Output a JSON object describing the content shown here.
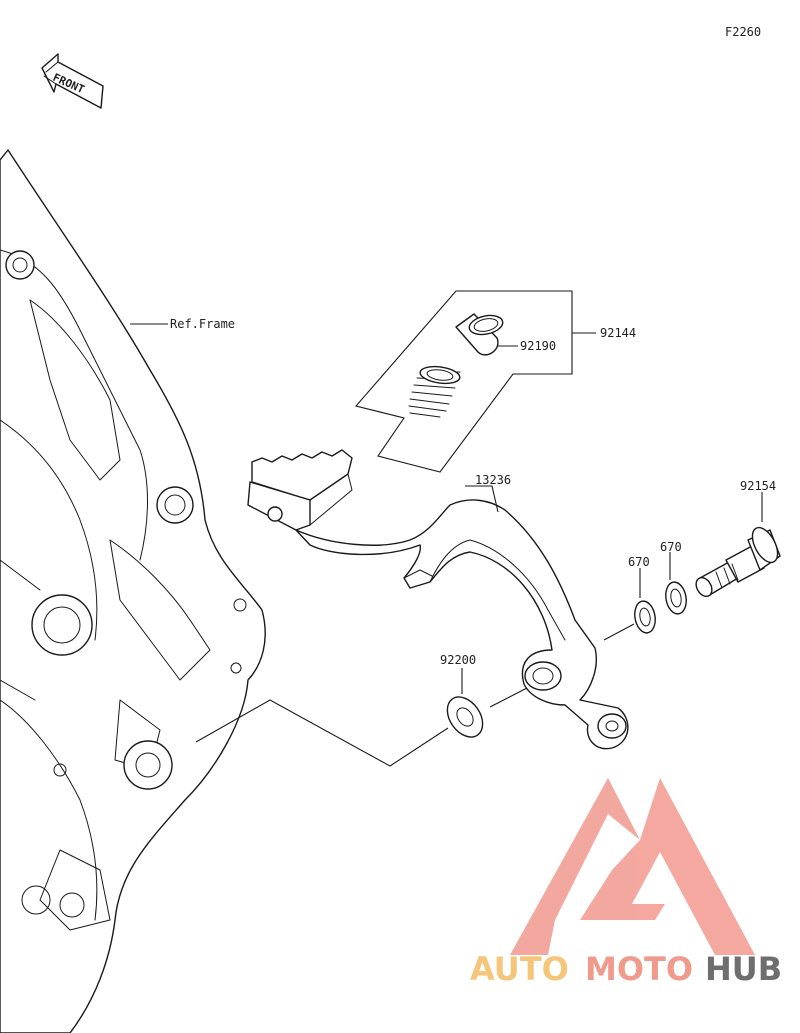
{
  "diagram": {
    "figure_code": "F2260",
    "front_badge": "FRONT",
    "frame_label": "Ref.Frame",
    "parts": {
      "pedal": "13236",
      "assembly": "92144",
      "spring": "92190",
      "bolt": "92154",
      "washer_a": "670",
      "washer_b": "670",
      "washer_big": "92200"
    }
  },
  "watermark": {
    "brand_auto": "AUTO",
    "brand_moto": "MOTO",
    "brand_hub": "HUB",
    "colors": {
      "auto": "#f5c57a",
      "moto": "#f09a8c",
      "hub": "#6e6e6e",
      "logo": "#f2998f"
    }
  }
}
